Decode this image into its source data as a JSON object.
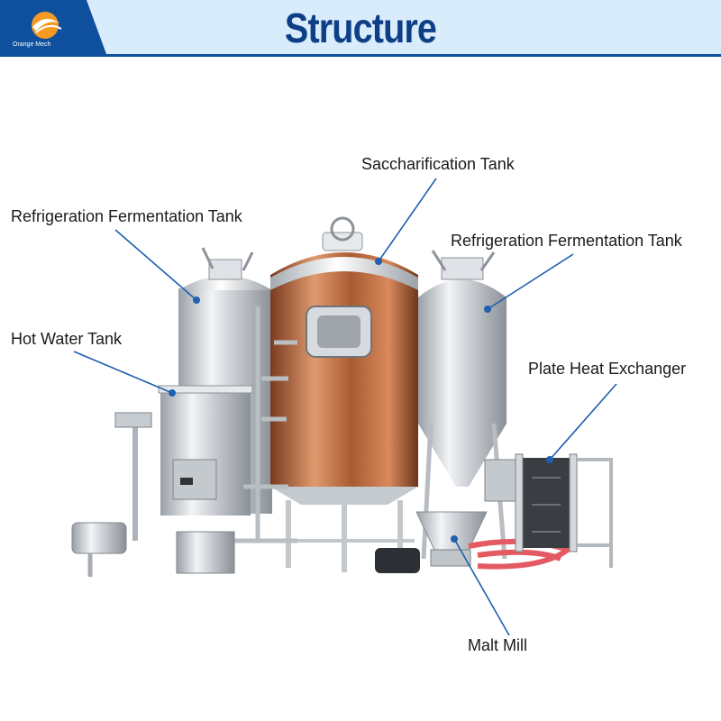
{
  "header": {
    "title": "Structure",
    "logo_text": "Orange Mech",
    "band_color": "#d9ecfb",
    "logo_color": "#e8861d",
    "title_color": "#0e3f86"
  },
  "labels": [
    {
      "id": "saccharification",
      "text": "Saccharification Tank"
    },
    {
      "id": "fermentation_left",
      "text": "Refrigeration Fermentation Tank"
    },
    {
      "id": "fermentation_right",
      "text": "Refrigeration Fermentation Tank"
    },
    {
      "id": "hot_water",
      "text": "Hot Water Tank"
    },
    {
      "id": "plate_heat",
      "text": "Plate Heat Exchanger"
    },
    {
      "id": "malt_mill",
      "text": "Malt Mill"
    }
  ],
  "colors": {
    "leader_line": "#1f5fae",
    "leader_dot": "#1f5fae",
    "steel": "#cfd3d8",
    "copper": "#b5683f",
    "hose": "#e35a62"
  }
}
